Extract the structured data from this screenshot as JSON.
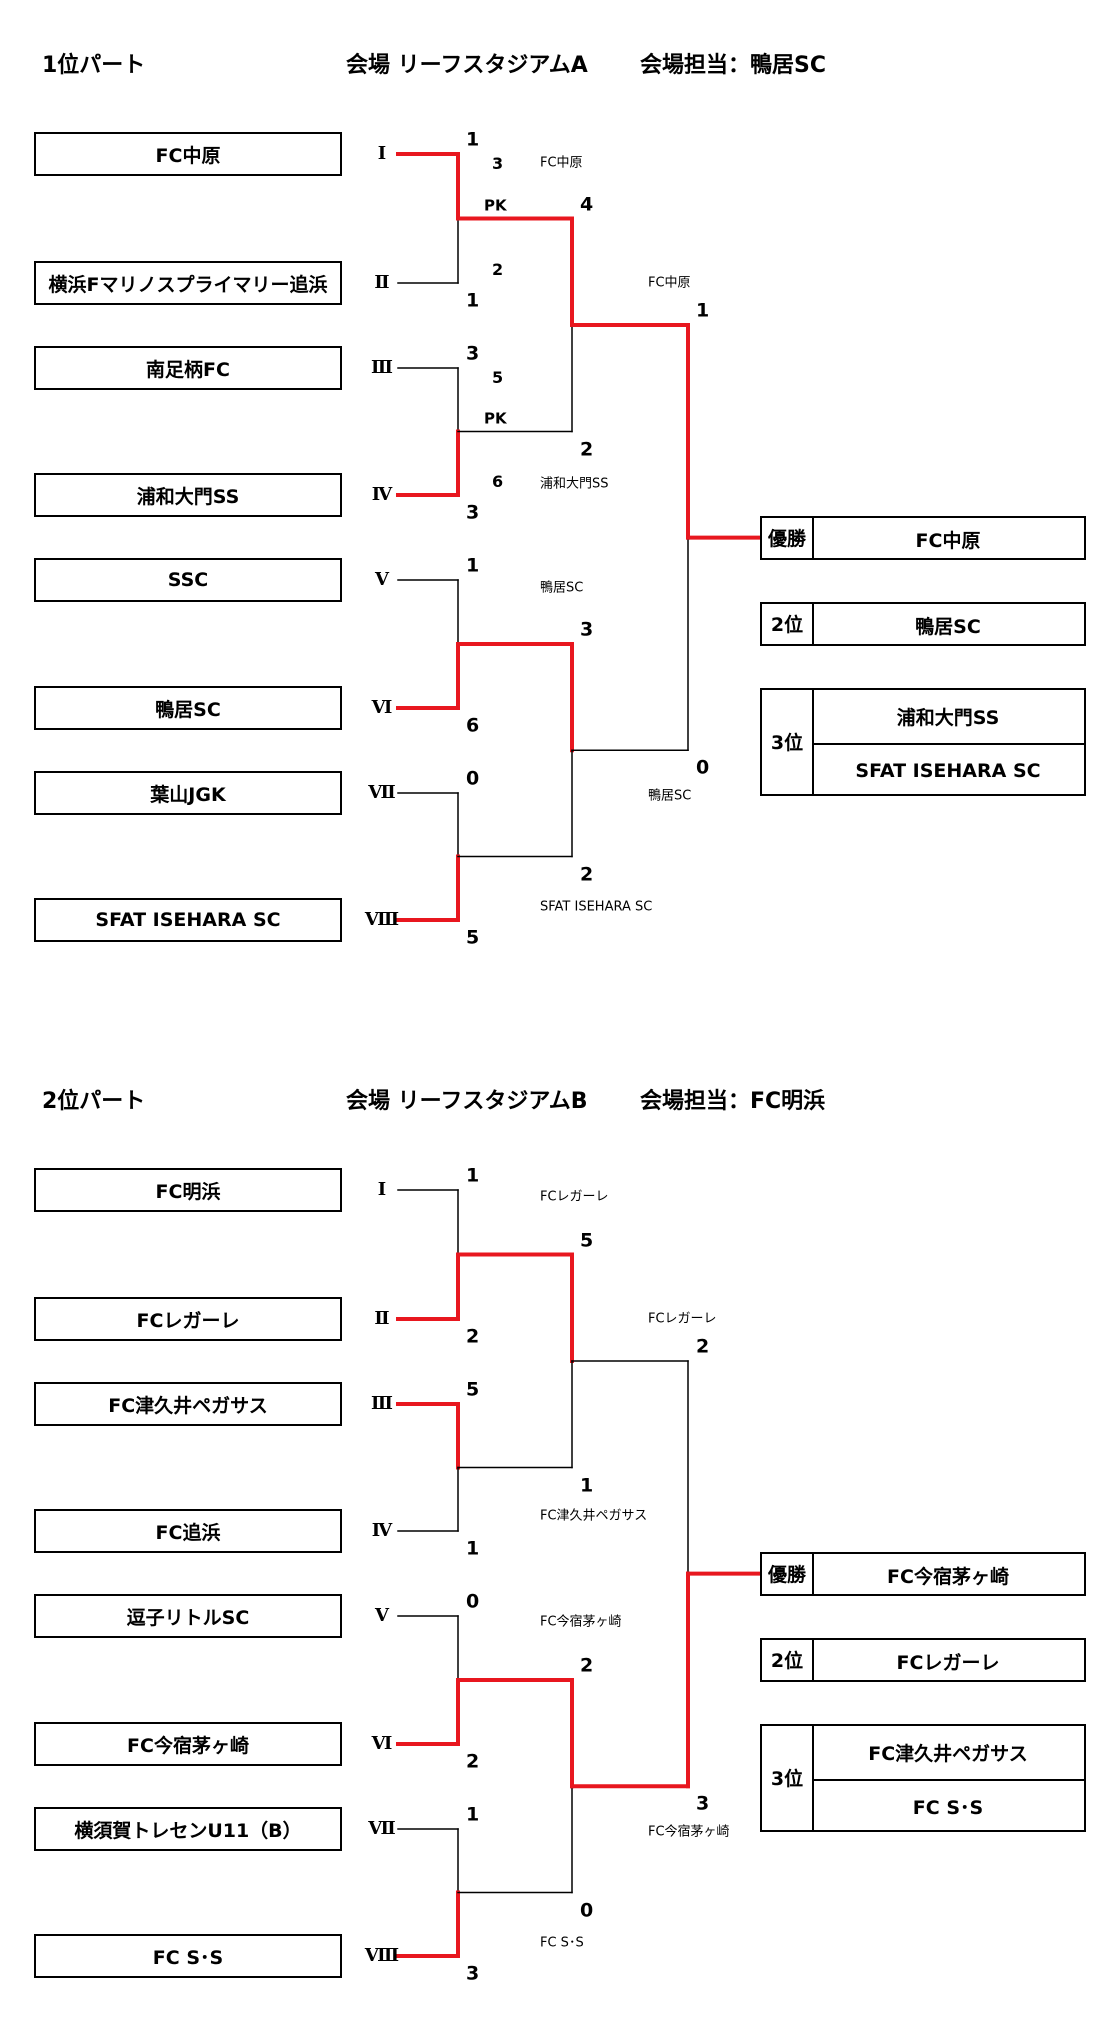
{
  "parts": [
    {
      "title": "1位パート",
      "venue": "会場 リーフスタジアムA",
      "host": "会場担当：鴨居SC",
      "teams": [
        "FC中原",
        "横浜Fマリノスプライマリー追浜",
        "南足柄FC",
        "浦和大門SS",
        "SSC",
        "鴨居SC",
        "葉山JGK",
        "SFAT ISEHARA SC"
      ],
      "seeds": [
        "Ⅰ",
        "Ⅱ",
        "Ⅲ",
        "Ⅳ",
        "Ⅴ",
        "Ⅵ",
        "Ⅶ",
        "Ⅷ"
      ],
      "r1": [
        {
          "top": "1",
          "bottom": "1",
          "pk_top": "3",
          "pk_bottom": "2",
          "pk_label": "PK",
          "winner_side": "top",
          "winner": "FC中原"
        },
        {
          "top": "3",
          "bottom": "3",
          "pk_top": "5",
          "pk_bottom": "6",
          "pk_label": "PK",
          "winner_side": "bottom",
          "winner": "浦和大門SS"
        },
        {
          "top": "1",
          "bottom": "6",
          "winner_side": "bottom",
          "winner": "鴨居SC"
        },
        {
          "top": "0",
          "bottom": "5",
          "winner_side": "bottom",
          "winner": "SFAT ISEHARA SC"
        }
      ],
      "r2": [
        {
          "top": "4",
          "bottom": "2",
          "winner_side": "top",
          "winner": "FC中原"
        },
        {
          "top": "3",
          "bottom": "2",
          "winner_side": "top",
          "winner": "鴨居SC"
        }
      ],
      "final": {
        "top": "1",
        "bottom": "0",
        "winner_side": "top"
      },
      "results": {
        "champ_label": "優勝",
        "champ": "FC中原",
        "second_label": "2位",
        "second": "鴨居SC",
        "third_label": "3位",
        "third": [
          "浦和大門SS",
          "SFAT ISEHARA SC"
        ]
      }
    },
    {
      "title": "2位パート",
      "venue": "会場 リーフスタジアムB",
      "host": "会場担当：FC明浜",
      "teams": [
        "FC明浜",
        "FCレガーレ",
        "FC津久井ペガサス",
        "FC追浜",
        "逗子リトルSC",
        "FC今宿茅ヶ崎",
        "横須賀トレセンU11（B）",
        "FC S･S"
      ],
      "seeds": [
        "Ⅰ",
        "Ⅱ",
        "Ⅲ",
        "Ⅳ",
        "Ⅴ",
        "Ⅵ",
        "Ⅶ",
        "Ⅷ"
      ],
      "r1": [
        {
          "top": "1",
          "bottom": "2",
          "winner_side": "bottom",
          "winner": "FCレガーレ"
        },
        {
          "top": "5",
          "bottom": "1",
          "winner_side": "top",
          "winner": "FC津久井ペガサス"
        },
        {
          "top": "0",
          "bottom": "2",
          "winner_side": "bottom",
          "winner": "FC今宿茅ヶ崎"
        },
        {
          "top": "1",
          "bottom": "3",
          "winner_side": "bottom",
          "winner": "FC S･S"
        }
      ],
      "r2": [
        {
          "top": "5",
          "bottom": "1",
          "winner_side": "top",
          "winner": "FCレガーレ"
        },
        {
          "top": "2",
          "bottom": "0",
          "winner_side": "top",
          "winner": "FC今宿茅ヶ崎"
        }
      ],
      "final": {
        "top": "2",
        "bottom": "3",
        "winner_side": "bottom"
      },
      "results": {
        "champ_label": "優勝",
        "champ": "FC今宿茅ヶ崎",
        "second_label": "2位",
        "second": "FCレガーレ",
        "third_label": "3位",
        "third": [
          "FC津久井ペガサス",
          "FC S･S"
        ]
      }
    }
  ],
  "colors": {
    "win_line": "#e8171f",
    "line": "#000000"
  }
}
